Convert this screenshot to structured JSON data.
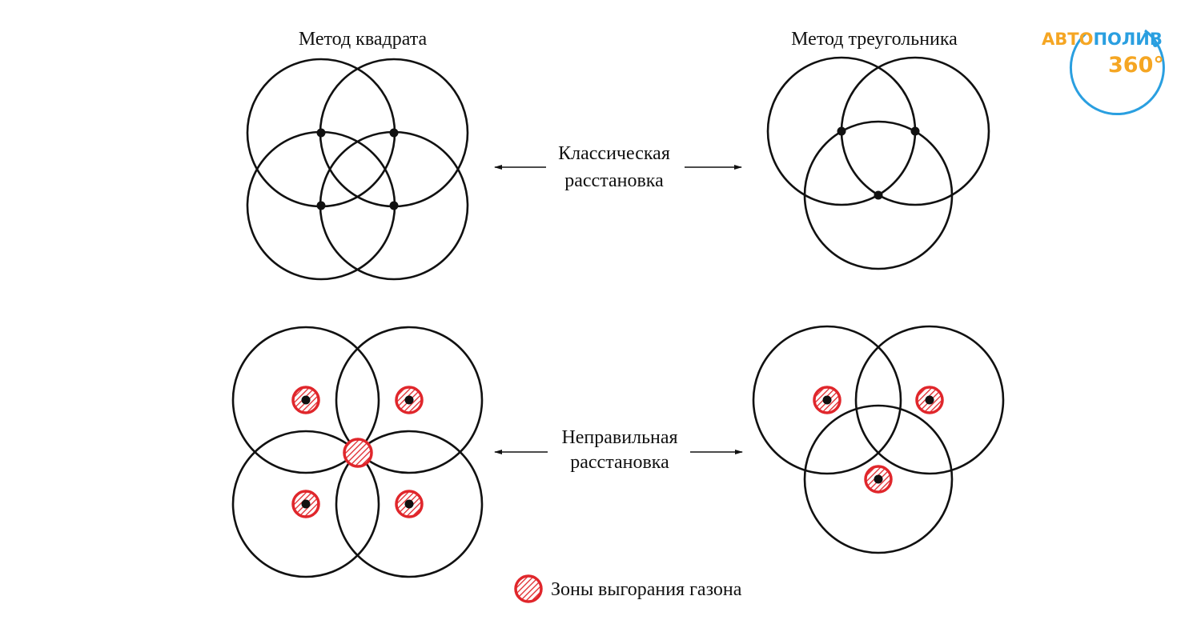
{
  "diagram": {
    "square_method_title": "Метод квадрата",
    "triangle_method_title": "Метод треугольника",
    "classic_label_line1": "Классическая",
    "classic_label_line2": "расстановка",
    "wrong_label_line1": "Неправильная",
    "wrong_label_line2": "расстановка",
    "legend_text": "Зоны выгорания газона"
  },
  "logo": {
    "part1": "АВТО",
    "part2": "ПОЛИВ",
    "part3": "360°"
  },
  "colors": {
    "line": "#111111",
    "burn_zone": "#e0262b",
    "logo_orange": "#f5a623",
    "logo_blue": "#2a9fe0"
  }
}
